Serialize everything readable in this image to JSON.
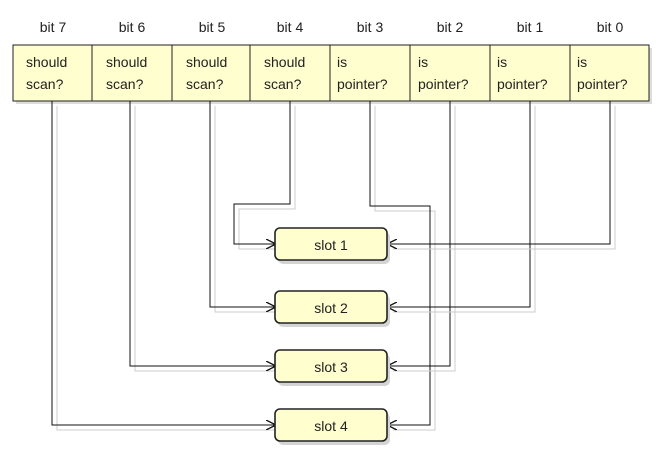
{
  "bits": [
    {
      "label": "bit 7",
      "text": "should\nscan?"
    },
    {
      "label": "bit 6",
      "text": "should\nscan?"
    },
    {
      "label": "bit 5",
      "text": "should\nscan?"
    },
    {
      "label": "bit 4",
      "text": "should\nscan?"
    },
    {
      "label": "bit 3",
      "text": "is\npointer?"
    },
    {
      "label": "bit 2",
      "text": "is\npointer?"
    },
    {
      "label": "bit 1",
      "text": "is\npointer?"
    },
    {
      "label": "bit 0",
      "text": "is\npointer?"
    }
  ],
  "slots": [
    {
      "label": "slot 1"
    },
    {
      "label": "slot 2"
    },
    {
      "label": "slot 3"
    },
    {
      "label": "slot 4"
    }
  ],
  "connections": [
    {
      "from_bit": "bit 7",
      "to_slot": "slot 4",
      "side": "left"
    },
    {
      "from_bit": "bit 6",
      "to_slot": "slot 3",
      "side": "left"
    },
    {
      "from_bit": "bit 5",
      "to_slot": "slot 2",
      "side": "left"
    },
    {
      "from_bit": "bit 4",
      "to_slot": "slot 1",
      "side": "left"
    },
    {
      "from_bit": "bit 3",
      "to_slot": "slot 4",
      "side": "right"
    },
    {
      "from_bit": "bit 2",
      "to_slot": "slot 3",
      "side": "right"
    },
    {
      "from_bit": "bit 1",
      "to_slot": "slot 2",
      "side": "right"
    },
    {
      "from_bit": "bit 0",
      "to_slot": "slot 1",
      "side": "right"
    }
  ],
  "colors": {
    "cell_fill": "#fefece",
    "cell_border": "#222222",
    "line": "#111111",
    "line_shadow": "#cccccc",
    "slot_shadow": "#d4d4d4"
  }
}
